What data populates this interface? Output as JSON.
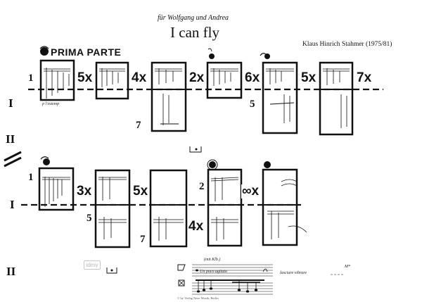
{
  "header": {
    "dedication": "für Wolfgang und Andrea",
    "title": "I can fly",
    "composer": "Klaus Hinrich Stahmer (1975/81)",
    "section": "PRIMA PARTE"
  },
  "system1": {
    "repeats": [
      "5x",
      "4x",
      "2x",
      "6x",
      "5x",
      "7x"
    ],
    "box_numbers": [
      "1",
      "7",
      "5"
    ],
    "dynamic": "p l'estemp",
    "parts": [
      "I",
      "II"
    ]
  },
  "system2": {
    "repeats": [
      "3x",
      "5x",
      "4x",
      "∞x"
    ],
    "box_numbers": [
      "1",
      "5",
      "7",
      "2"
    ],
    "parts": [
      "I",
      "II"
    ],
    "instructions": [
      "(mit Klb.)",
      "Un poco agitato",
      "lasciare vibrare",
      "M*"
    ]
  },
  "watermark": "idmv",
  "copyright": "© by Verlag Neue Musik, Berlin"
}
